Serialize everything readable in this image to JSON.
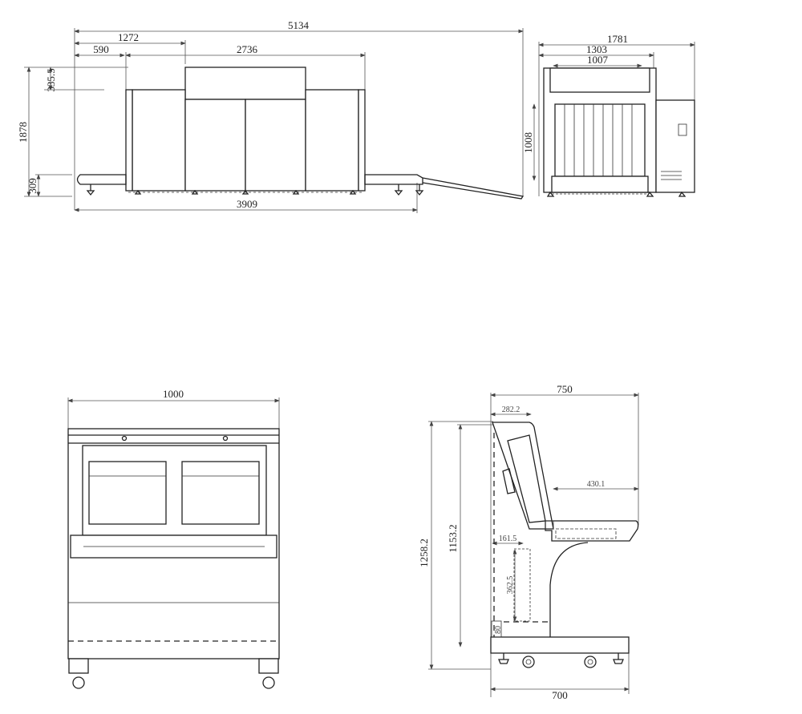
{
  "drawing": {
    "side_view": {
      "overall_length": "5134",
      "entry_offset": "1272",
      "conveyor_extension": "590",
      "main_body_length": "2736",
      "top_step_height": "335.5",
      "overall_height": "1878",
      "conveyor_height": "309",
      "base_length": "3909"
    },
    "end_view": {
      "overall_width": "1781",
      "body_width": "1303",
      "tunnel_width": "1007",
      "tunnel_height": "1008"
    },
    "console_front_view": {
      "width": "1000"
    },
    "console_side_view": {
      "depth": "750",
      "monitor_offset": "282.2",
      "desk_depth": "430.1",
      "rack_offset": "161.5",
      "rack_height": "362.5",
      "base_gap": "80",
      "overall_height": "1258.2",
      "desk_height": "1153.2",
      "base_depth": "700"
    }
  }
}
